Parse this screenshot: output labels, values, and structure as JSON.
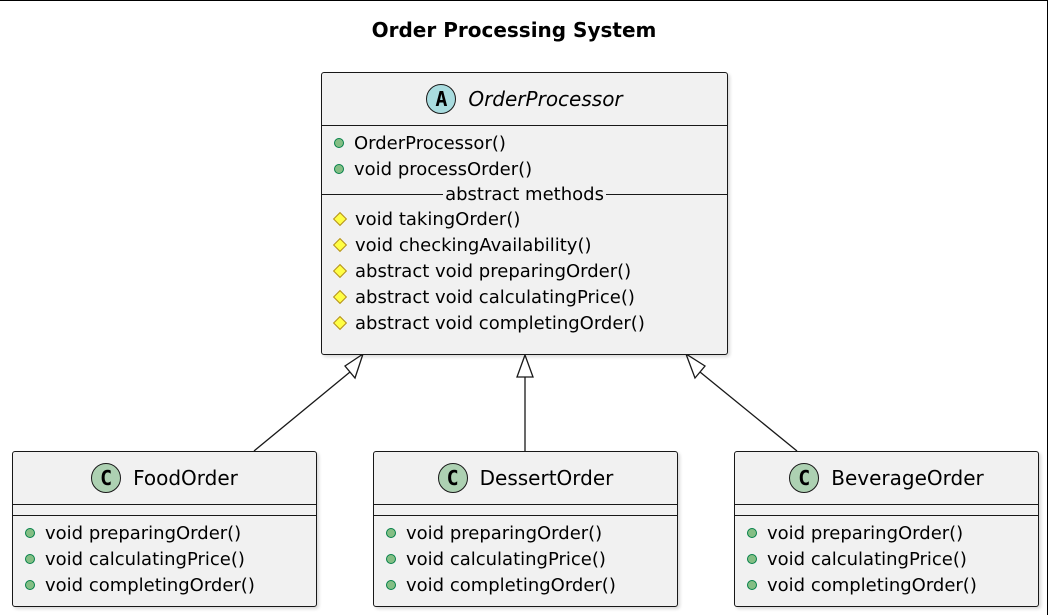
{
  "diagram": {
    "title": "Order Processing System"
  },
  "classes": {
    "order_processor": {
      "stereotype_letter": "A",
      "name": "OrderProcessor",
      "public_methods": [
        "OrderProcessor()",
        "void processOrder()"
      ],
      "separator_label": "abstract methods",
      "protected_methods": [
        "void takingOrder()",
        "void checkingAvailability()",
        "abstract void preparingOrder()",
        "abstract void calculatingPrice()",
        "abstract void completingOrder()"
      ]
    },
    "food_order": {
      "stereotype_letter": "C",
      "name": "FoodOrder",
      "methods": [
        "void preparingOrder()",
        "void calculatingPrice()",
        "void completingOrder()"
      ]
    },
    "dessert_order": {
      "stereotype_letter": "C",
      "name": "DessertOrder",
      "methods": [
        "void preparingOrder()",
        "void calculatingPrice()",
        "void completingOrder()"
      ]
    },
    "beverage_order": {
      "stereotype_letter": "C",
      "name": "BeverageOrder",
      "methods": [
        "void preparingOrder()",
        "void calculatingPrice()",
        "void completingOrder()"
      ]
    }
  },
  "relationships": [
    {
      "type": "inheritance",
      "from": "FoodOrder",
      "to": "OrderProcessor"
    },
    {
      "type": "inheritance",
      "from": "DessertOrder",
      "to": "OrderProcessor"
    },
    {
      "type": "inheritance",
      "from": "BeverageOrder",
      "to": "OrderProcessor"
    }
  ],
  "colors": {
    "class_fill": "#f1f1f1",
    "border": "#181818",
    "abstract_icon": "#a9dcdf",
    "class_icon": "#add1b2",
    "public_marker": "#84be84",
    "protected_marker": "#ffff44"
  }
}
